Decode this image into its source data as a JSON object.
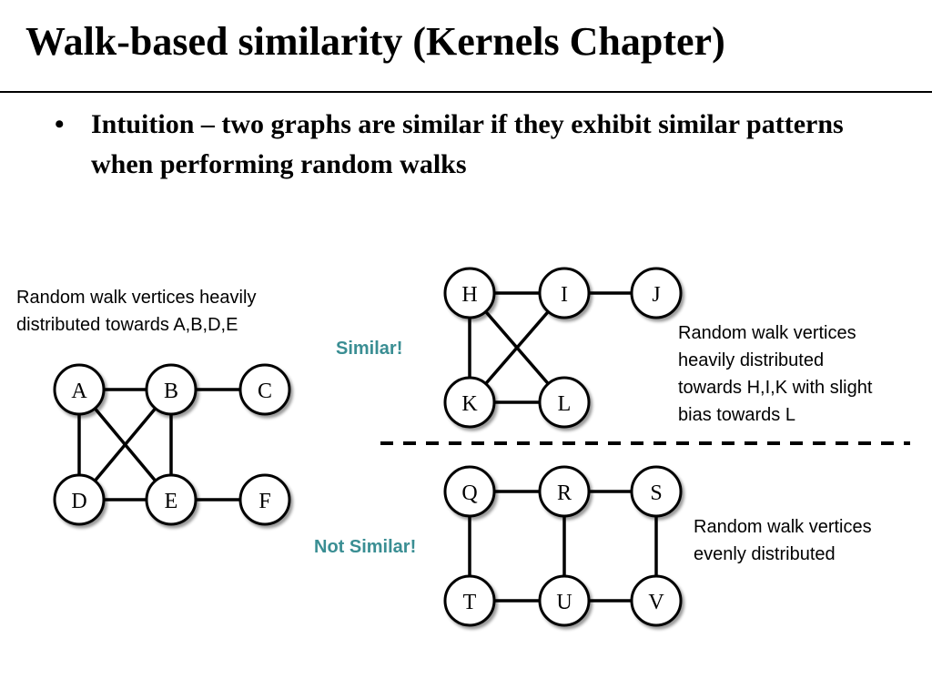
{
  "slide": {
    "title": "Walk-based similarity (Kernels Chapter)",
    "bullet_symbol": "•",
    "bullet_text": "Intuition – two graphs are similar if they exhibit similar patterns when performing random walks"
  },
  "colors": {
    "label_teal": "#3a8e93",
    "node_stroke": "#000000",
    "node_fill": "#ffffff",
    "edge": "#000000"
  },
  "graphs": {
    "g1": {
      "caption": [
        "Random walk vertices heavily",
        "distributed towards A,B,D,E"
      ],
      "nodes": [
        "A",
        "B",
        "C",
        "D",
        "E",
        "F"
      ]
    },
    "g2": {
      "caption": [
        "Random walk vertices",
        "heavily distributed",
        "towards H,I,K with slight",
        "bias towards L"
      ],
      "nodes": [
        "H",
        "I",
        "J",
        "K",
        "L"
      ]
    },
    "g3": {
      "caption": [
        "Random walk vertices",
        "evenly distributed"
      ],
      "nodes": [
        "Q",
        "R",
        "S",
        "T",
        "U",
        "V"
      ]
    }
  },
  "labels": {
    "similar": "Similar!",
    "not_similar": "Not Similar!"
  }
}
